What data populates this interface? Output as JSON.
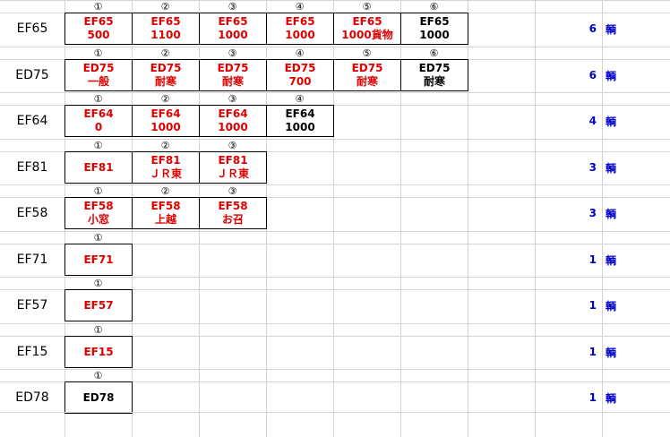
{
  "sheet": {
    "unit_label": "輌",
    "rows": [
      {
        "loco": "EF65",
        "count": "6",
        "cells": [
          {
            "num": "①",
            "l1": "EF65",
            "l2": "500",
            "color": "red"
          },
          {
            "num": "②",
            "l1": "EF65",
            "l2": "1100",
            "color": "red"
          },
          {
            "num": "③",
            "l1": "EF65",
            "l2": "1000",
            "color": "red"
          },
          {
            "num": "④",
            "l1": "EF65",
            "l2": "1000",
            "color": "red"
          },
          {
            "num": "⑤",
            "l1": "EF65",
            "l2": "1000貨物",
            "color": "red"
          },
          {
            "num": "⑥",
            "l1": "EF65",
            "l2": "1000",
            "color": "black"
          }
        ]
      },
      {
        "loco": "ED75",
        "count": "6",
        "cells": [
          {
            "num": "①",
            "l1": "ED75",
            "l2": "一般",
            "color": "red"
          },
          {
            "num": "②",
            "l1": "ED75",
            "l2": "耐寒",
            "color": "red"
          },
          {
            "num": "③",
            "l1": "ED75",
            "l2": "耐寒",
            "color": "red"
          },
          {
            "num": "④",
            "l1": "ED75",
            "l2": "700",
            "color": "red"
          },
          {
            "num": "⑤",
            "l1": "ED75",
            "l2": "耐寒",
            "color": "red"
          },
          {
            "num": "⑥",
            "l1": "ED75",
            "l2": "耐寒",
            "color": "black"
          }
        ]
      },
      {
        "loco": "EF64",
        "count": "4",
        "cells": [
          {
            "num": "①",
            "l1": "EF64",
            "l2": "0",
            "color": "red"
          },
          {
            "num": "②",
            "l1": "EF64",
            "l2": "1000",
            "color": "red"
          },
          {
            "num": "③",
            "l1": "EF64",
            "l2": "1000",
            "color": "red"
          },
          {
            "num": "④",
            "l1": "EF64",
            "l2": "1000",
            "color": "black"
          }
        ]
      },
      {
        "loco": "EF81",
        "count": "3",
        "cells": [
          {
            "num": "①",
            "l1": "EF81",
            "l2": "",
            "color": "red"
          },
          {
            "num": "②",
            "l1": "EF81",
            "l2": "ＪＲ東",
            "color": "red"
          },
          {
            "num": "③",
            "l1": "EF81",
            "l2": "ＪＲ東",
            "color": "red"
          }
        ]
      },
      {
        "loco": "EF58",
        "count": "3",
        "cells": [
          {
            "num": "①",
            "l1": "EF58",
            "l2": "小窓",
            "color": "red"
          },
          {
            "num": "②",
            "l1": "EF58",
            "l2": "上越",
            "color": "red"
          },
          {
            "num": "③",
            "l1": "EF58",
            "l2": "お召",
            "color": "red"
          }
        ]
      },
      {
        "loco": "EF71",
        "count": "1",
        "cells": [
          {
            "num": "①",
            "l1": "EF71",
            "l2": "",
            "color": "red"
          }
        ]
      },
      {
        "loco": "EF57",
        "count": "1",
        "cells": [
          {
            "num": "①",
            "l1": "EF57",
            "l2": "",
            "color": "red"
          }
        ]
      },
      {
        "loco": "EF15",
        "count": "1",
        "cells": [
          {
            "num": "①",
            "l1": "EF15",
            "l2": "",
            "color": "red"
          }
        ]
      },
      {
        "loco": "ED78",
        "count": "1",
        "cells": [
          {
            "num": "①",
            "l1": "ED78",
            "l2": "",
            "color": "black"
          }
        ]
      }
    ]
  }
}
